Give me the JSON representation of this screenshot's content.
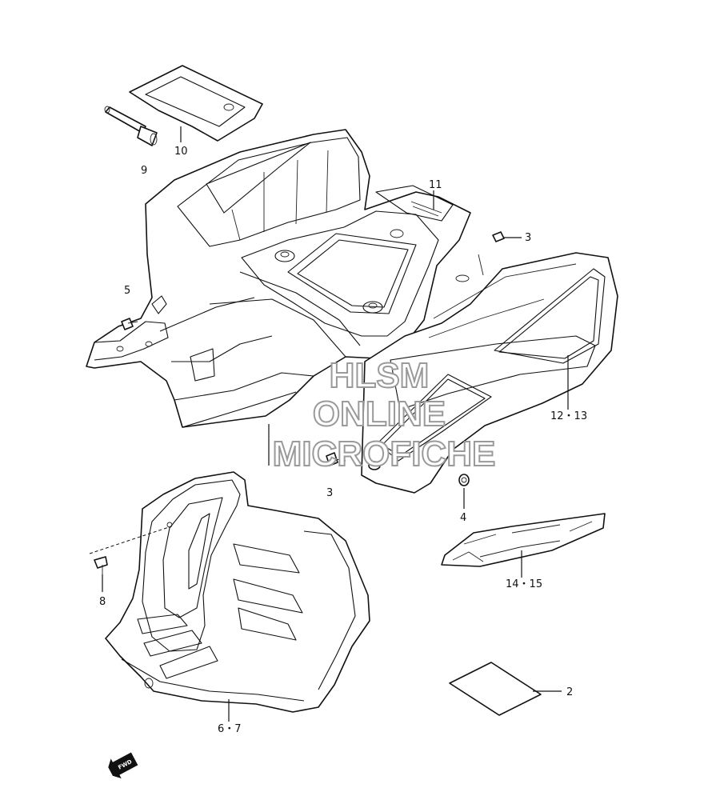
{
  "callouts": {
    "p2": "2",
    "p3a": "3",
    "p3b": "3",
    "p4": "4",
    "p5": "5",
    "p67": "6・7",
    "p8": "8",
    "p9": "9",
    "p10": "10",
    "p11": "11",
    "p1213": "12・13",
    "p1415": "14・15"
  },
  "watermark": {
    "line1": "HLSM",
    "line2": "ONLINE",
    "line3": "MICROFICHE"
  },
  "direction_label": "FWD",
  "colors": {
    "line": "#111111",
    "background": "#ffffff",
    "watermark_outline": "#9a9a9a"
  }
}
